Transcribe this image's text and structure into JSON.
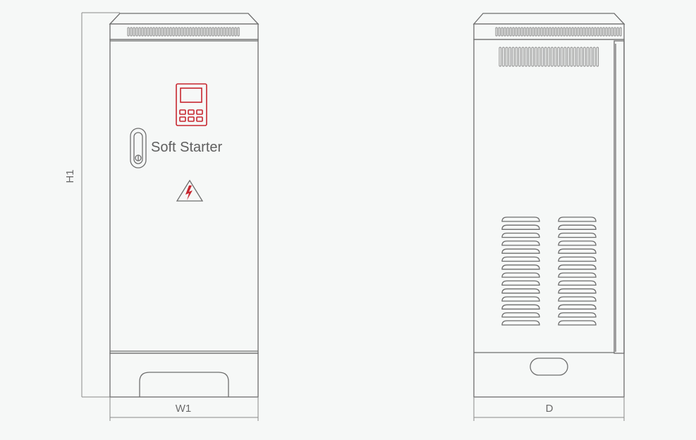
{
  "front_view": {
    "label": "Soft Starter",
    "dimension_height": "H1",
    "dimension_width": "W1"
  },
  "side_view": {
    "dimension_depth": "D"
  },
  "colors": {
    "line": "#6e6e6e",
    "accent": "#c7262f",
    "background": "#f6f8f7"
  }
}
